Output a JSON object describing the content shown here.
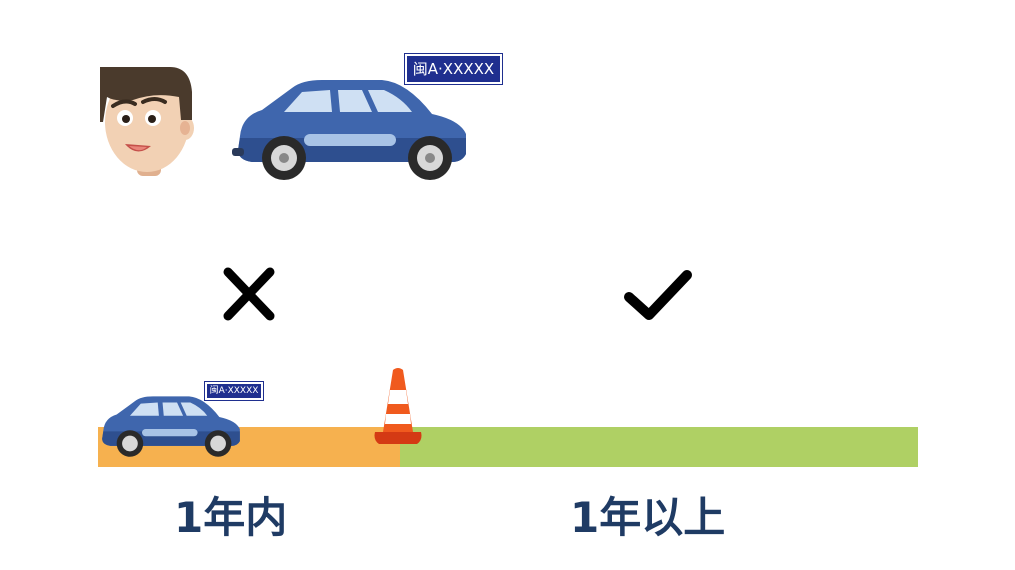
{
  "plate_text": "闽A·XXXXX",
  "plate_text_small": "闽A·XXXXX",
  "marks": {
    "wrong": "cross-icon",
    "right": "check-icon"
  },
  "timeline": {
    "segment_within": {
      "label": "1年内",
      "color": "#f6b14f"
    },
    "segment_beyond": {
      "label": "1年以上",
      "color": "#afd064"
    }
  },
  "colors": {
    "text": "#1f3b64",
    "car_body": "#3f66ad",
    "plate": "#1f2f8f"
  }
}
